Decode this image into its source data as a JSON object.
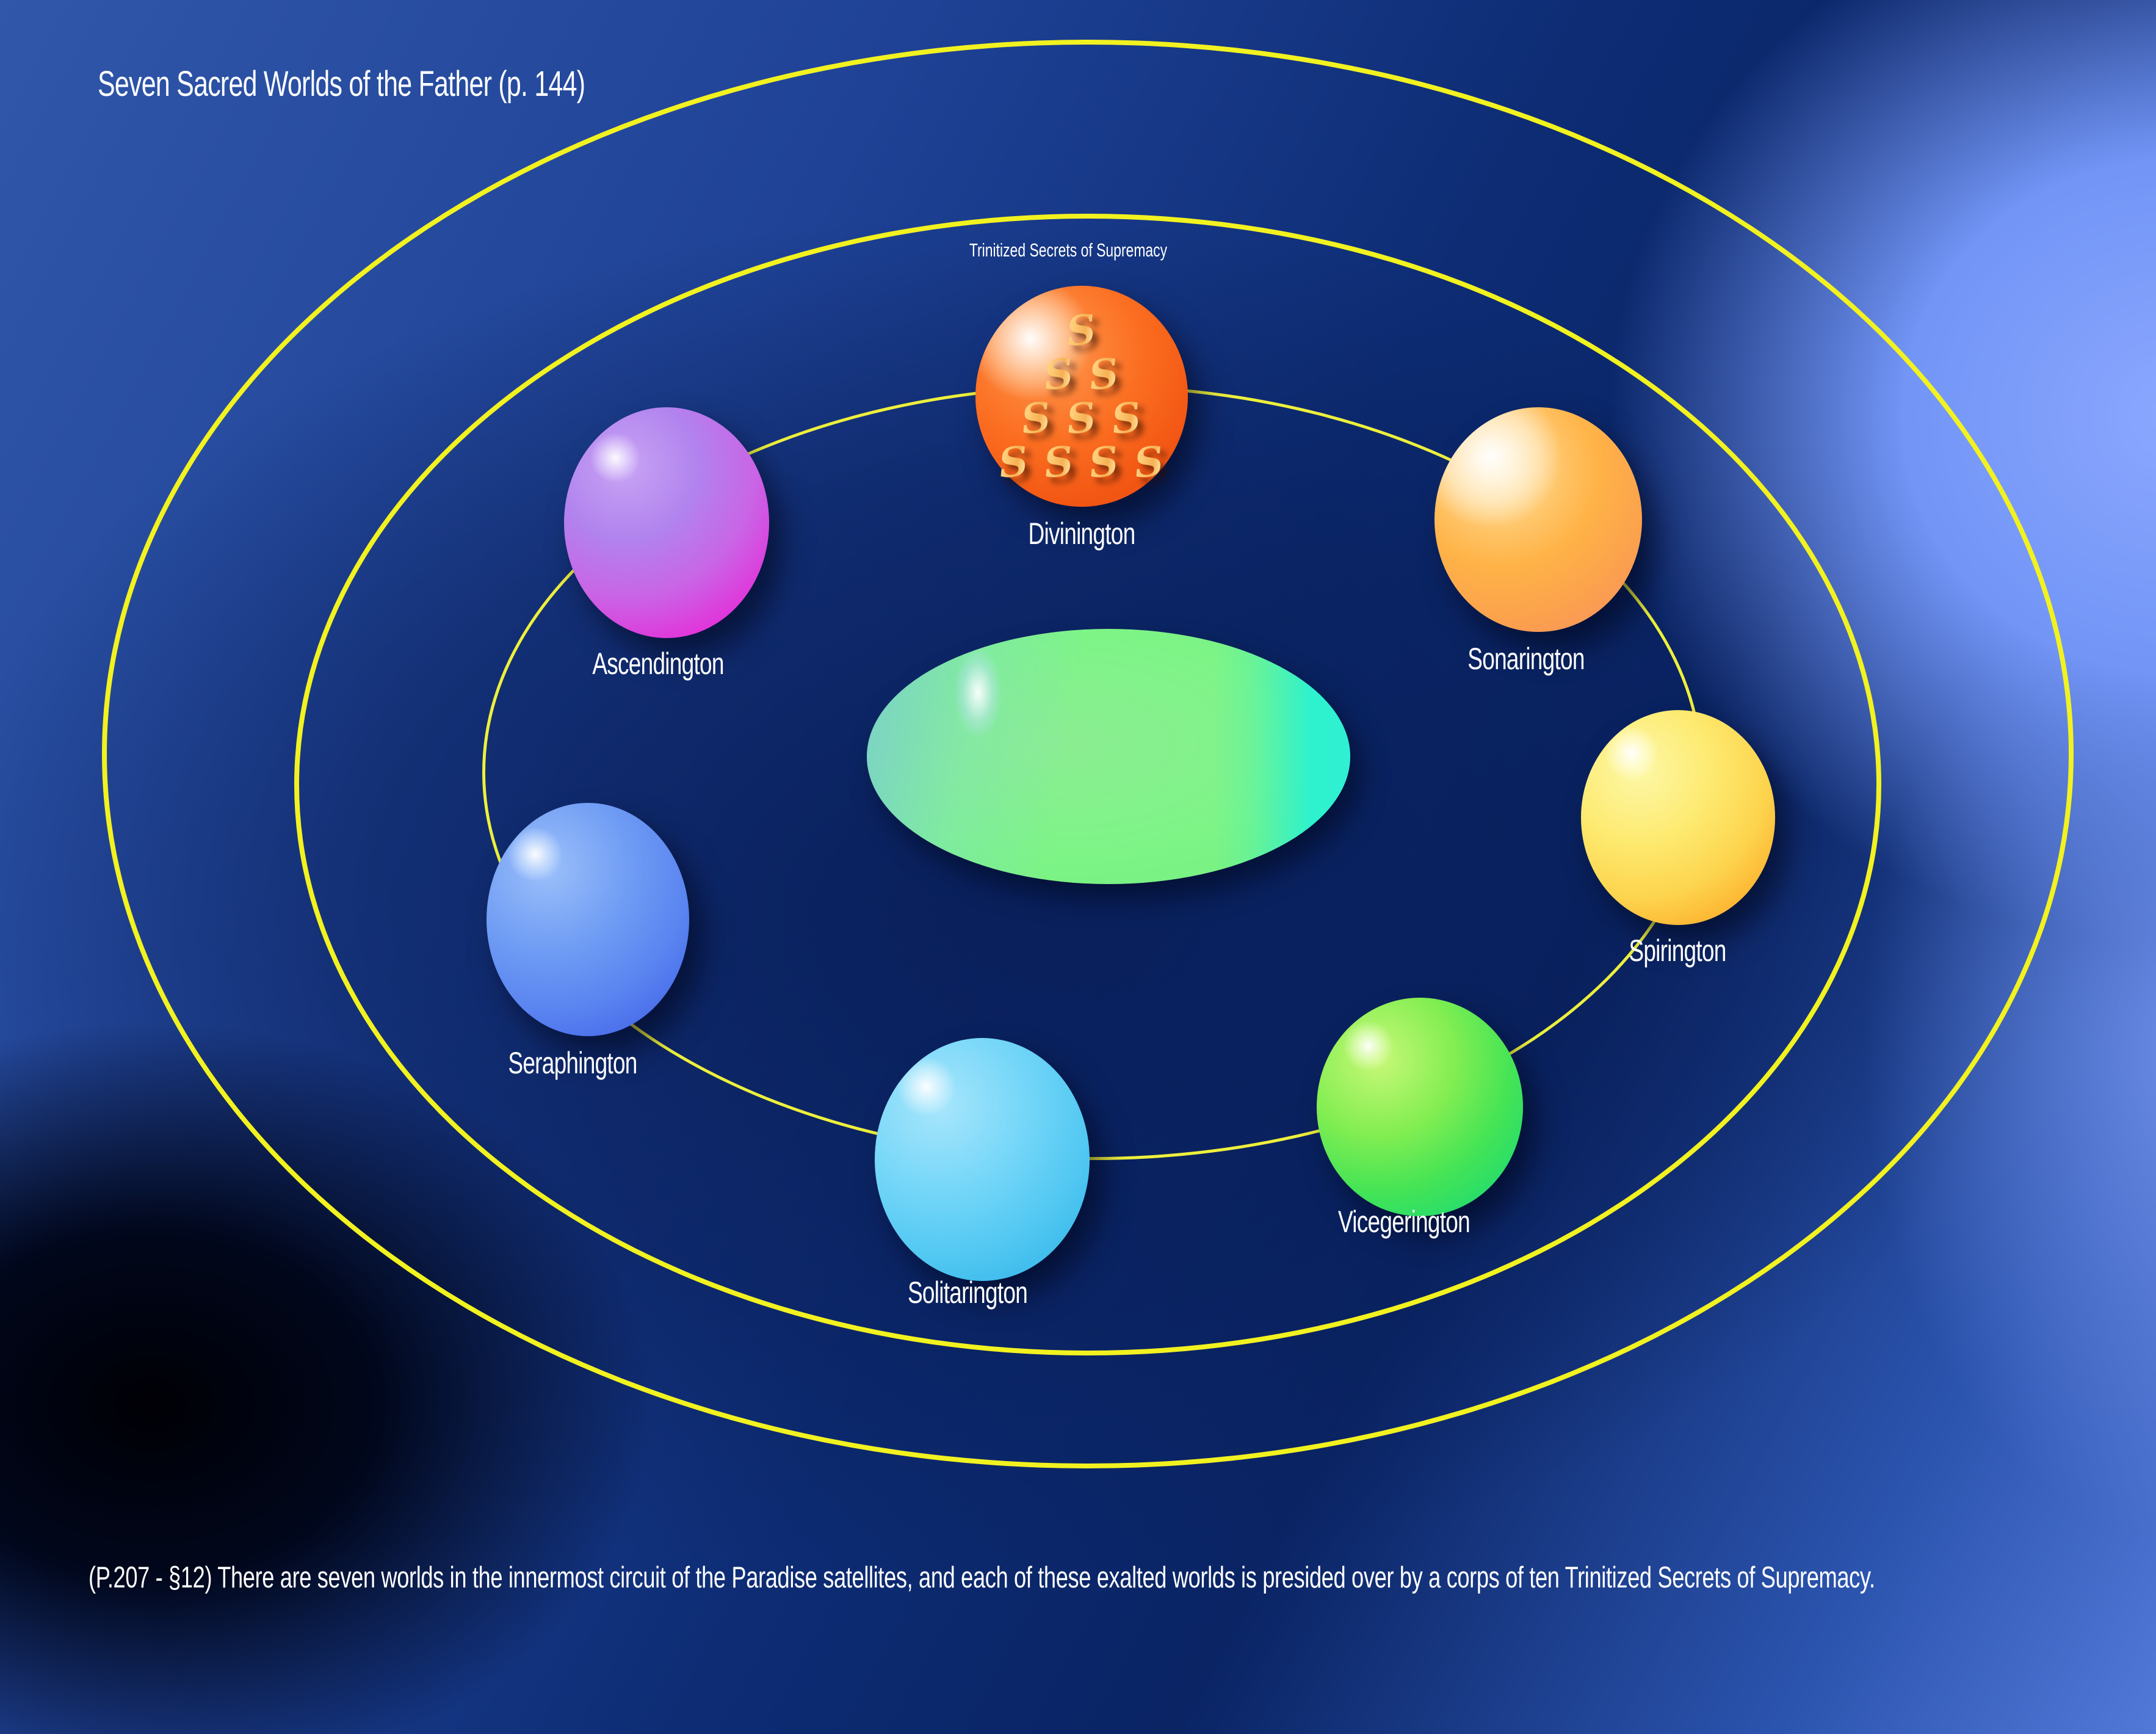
{
  "title": "Seven Sacred Worlds of the Father (p. 144)",
  "caption": "(P.207 - §12) There are seven worlds in the innermost circuit of the Paradise satellites, and each of these exalted worlds is presided over by a corps of ten Trinitized Secrets of Supremacy.",
  "diagram": {
    "corps_label": "Trinitized Secrets of Supremacy",
    "corps_symbol": "S",
    "corps_symbol_count": 10,
    "worlds": [
      {
        "name": "Divinington",
        "color": "#f25613"
      },
      {
        "name": "Sonarington",
        "color": "#fba04e"
      },
      {
        "name": "Spirington",
        "color": "#fdd44e"
      },
      {
        "name": "Vicegerington",
        "color": "#2fdf63"
      },
      {
        "name": "Solitarington",
        "color": "#52c8f2"
      },
      {
        "name": "Seraphington",
        "color": "#5a84f0"
      },
      {
        "name": "Ascendington",
        "color": "#c965e6"
      }
    ],
    "center_ellipse_color": "#7ef487",
    "orbit_color": "#f2f220",
    "background_colors": {
      "navy_center": "#0a2464",
      "light_corner": "#8ba7ff",
      "dark_blob": "#000005"
    }
  }
}
